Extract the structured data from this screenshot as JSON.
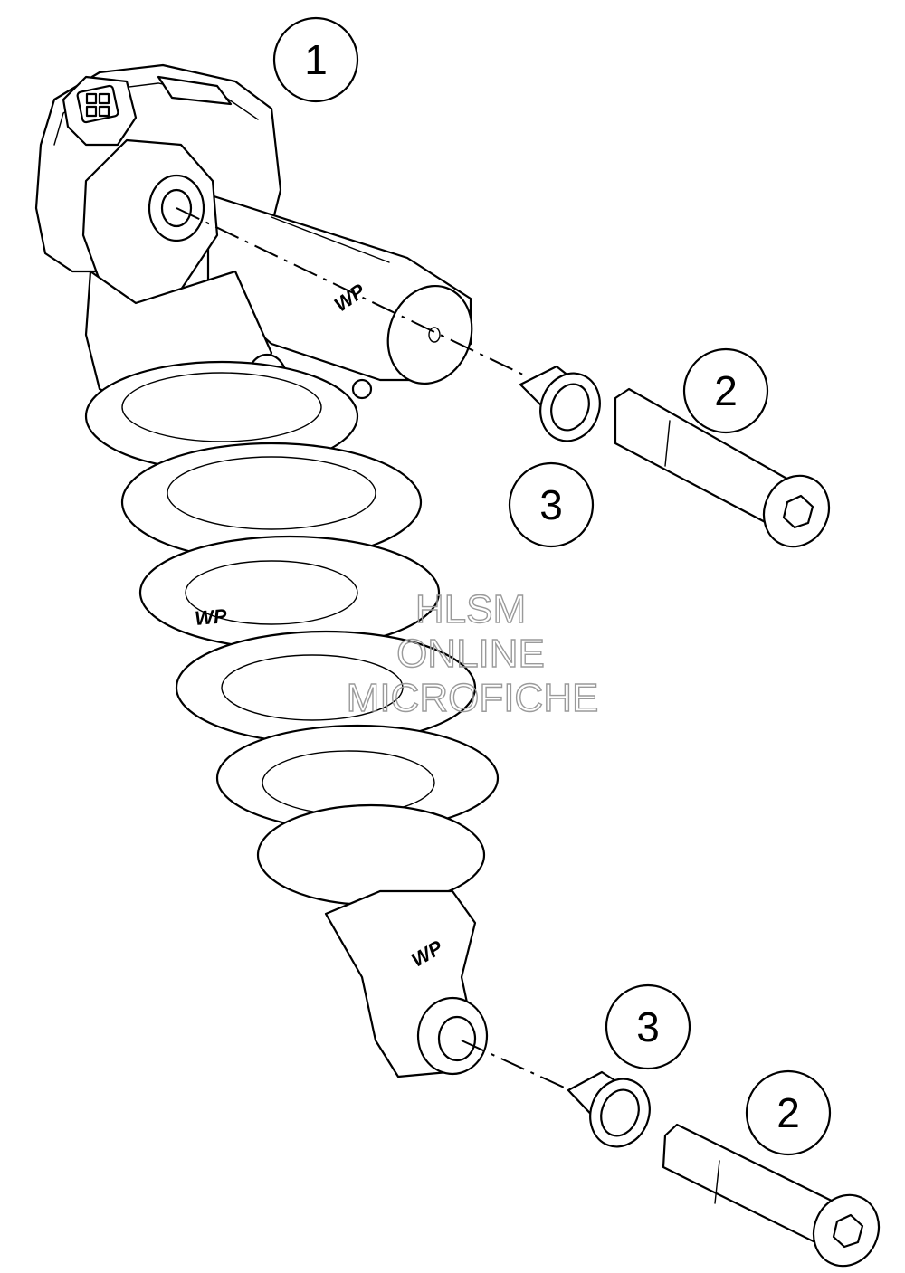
{
  "callouts": [
    {
      "id": "callout-1-top",
      "label": "1"
    },
    {
      "id": "callout-2-top",
      "label": "2"
    },
    {
      "id": "callout-3-top",
      "label": "3"
    },
    {
      "id": "callout-3-bottom",
      "label": "3"
    },
    {
      "id": "callout-2-bottom",
      "label": "2"
    }
  ],
  "watermark": {
    "line1": "HLSM",
    "line2": "ONLINE",
    "line3": "MICROFICHE"
  },
  "logo_text": "WP"
}
